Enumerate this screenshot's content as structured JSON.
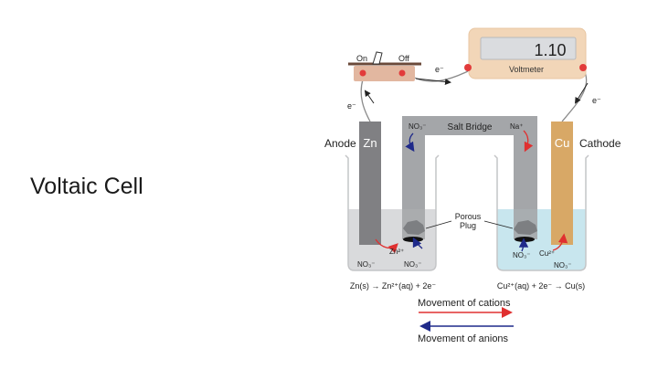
{
  "slide": {
    "title": "Voltaic Cell"
  },
  "colors": {
    "zinc": "#808083",
    "copper": "#d8a866",
    "bridge": "#a4a6a9",
    "left_solution": "#d9dadc",
    "right_solution": "#c8e6ee",
    "terminal": "#e23b3b",
    "cation_arrow": "#e03030",
    "anion_arrow": "#1f2a8a",
    "voltmeter_body": "#f2d6b8",
    "switch_body": "#e2b7a0"
  },
  "diagram": {
    "switch": {
      "on_label": "On",
      "off_label": "Off"
    },
    "voltmeter": {
      "reading": "1.10",
      "label": "Voltmeter"
    },
    "electron_labels": {
      "top": "e⁻",
      "left": "e⁻",
      "right": "e⁻"
    },
    "anode": {
      "label": "Anode",
      "symbol": "Zn"
    },
    "cathode": {
      "label": "Cathode",
      "symbol": "Cu"
    },
    "salt_bridge": {
      "label": "Salt Bridge",
      "left_ion": "NO₃⁻",
      "right_ion": "Na⁺"
    },
    "porous_plug": {
      "label_line1": "Porous",
      "label_line2": "Plug"
    },
    "left_ions": {
      "zn2": "Zn²⁺",
      "no3_a": "NO₃⁻",
      "no3_b": "NO₃⁻"
    },
    "right_ions": {
      "cu2": "Cu²⁺",
      "no3_a": "NO₃⁻",
      "no3_b": "NO₃⁻"
    },
    "equations": {
      "left": "Zn(s) → Zn²⁺(aq) + 2e⁻",
      "right": "Cu²⁺(aq) + 2e⁻ → Cu(s)"
    },
    "legend": {
      "cations": "Movement of cations",
      "anions": "Movement of anions"
    }
  }
}
